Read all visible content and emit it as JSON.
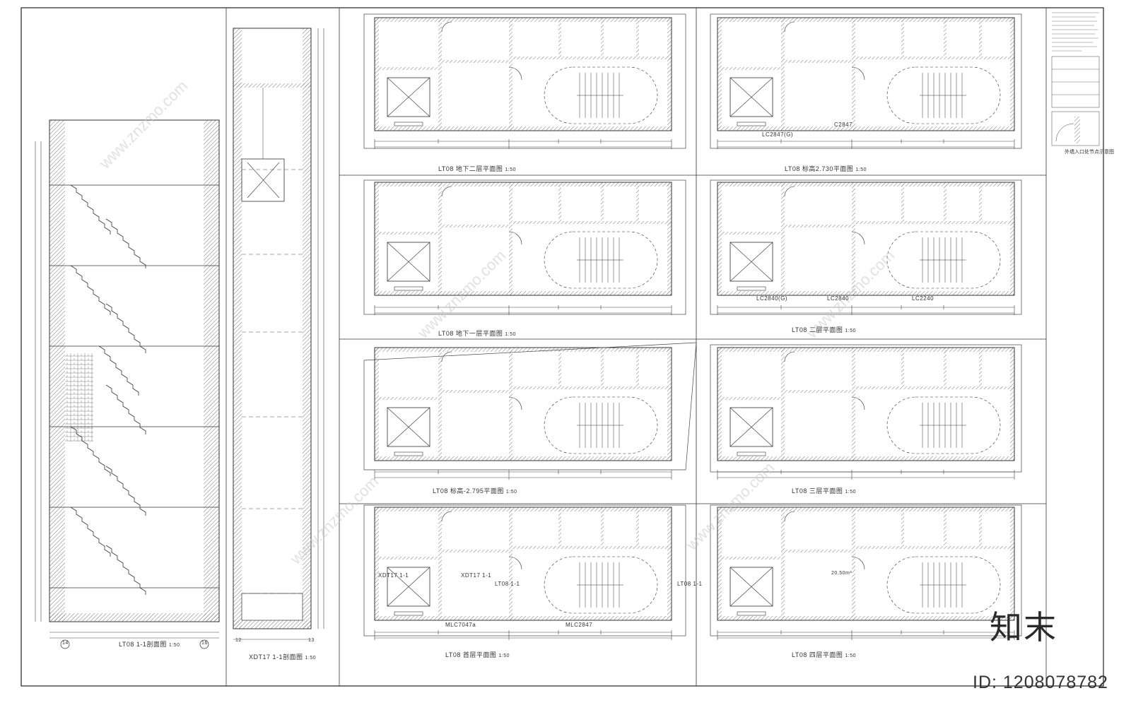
{
  "drawing": {
    "views": [
      {
        "id": "section-1-1",
        "title": "LT08 1-1剖面图",
        "scale": "1:50"
      },
      {
        "id": "section-xdt17",
        "title": "XDT17 1-1剖面图",
        "scale": "1:50"
      },
      {
        "id": "plan-b2",
        "title": "LT08 地下二层平面图",
        "scale": "1:50"
      },
      {
        "id": "plan-2730",
        "title": "LT08 标高2.730平面图",
        "scale": "1:50"
      },
      {
        "id": "plan-b1",
        "title": "LT08 地下一层平面图",
        "scale": "1:50"
      },
      {
        "id": "plan-2f",
        "title": "LT08 二层平面图",
        "scale": "1:50"
      },
      {
        "id": "plan-m2795",
        "title": "LT08 标高-2.795平面图",
        "scale": "1:50"
      },
      {
        "id": "plan-3f",
        "title": "LT08 三层平面图",
        "scale": "1:50"
      },
      {
        "id": "plan-1f",
        "title": "LT08 首层平面图",
        "scale": "1:50"
      },
      {
        "id": "plan-4f",
        "title": "LT08 四层平面图",
        "scale": "1:50"
      }
    ],
    "window_labels": [
      "LC2847(G)",
      "C2847",
      "LC2840(G)",
      "LC2840",
      "LC2240",
      "MLC7047a",
      "MLC2847"
    ],
    "section_marks": [
      "XDT17 1-1",
      "XDT17 1-1",
      "LT08 1-1",
      "LT08 1-1"
    ],
    "area_label": "20.50m²",
    "notes_title": "外墙入口处节点示意图",
    "axis_labels": [
      "14",
      "16",
      "12",
      "13"
    ]
  },
  "watermark": {
    "brand": "知末",
    "id_text": "ID: 1208078782"
  },
  "colors": {
    "line": "#333333",
    "background": "#ffffff",
    "watermark": "#bfbfbf"
  }
}
